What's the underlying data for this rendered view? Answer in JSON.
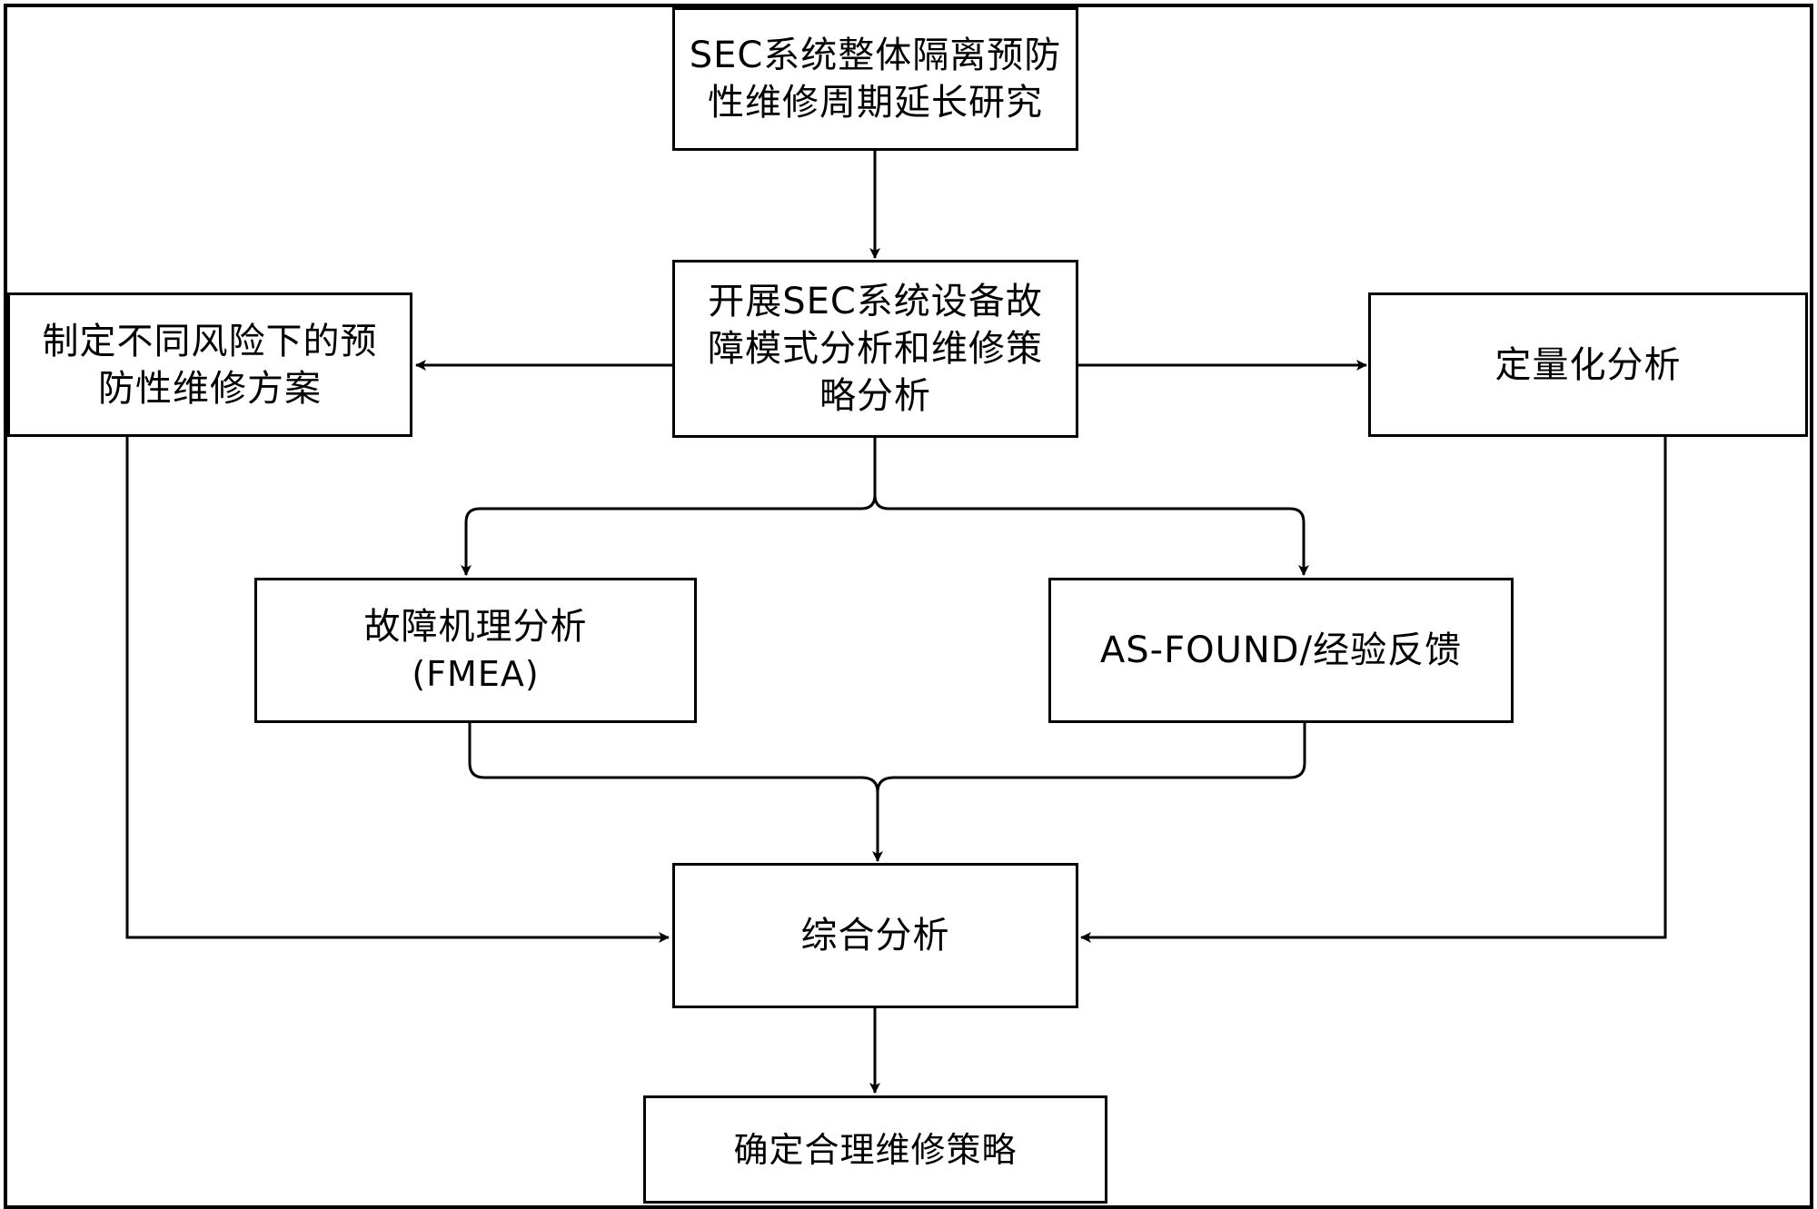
{
  "diagram": {
    "nodes": {
      "top": {
        "label": "SEC系统整体隔离预防\n性维修周期延长研究"
      },
      "center": {
        "label": "开展SEC系统设备故\n障模式分析和维修策\n略分析"
      },
      "left": {
        "label": "制定不同风险下的预\n防性维修方案"
      },
      "right": {
        "label": "定量化分析"
      },
      "fmea": {
        "label": "故障机理分析",
        "sublabel": "(FMEA)"
      },
      "asfound": {
        "label": "AS-FOUND/经验反馈"
      },
      "synthesis": {
        "label": "综合分析"
      },
      "result": {
        "label": "确定合理维修策略"
      }
    },
    "edges": [
      {
        "from": "top",
        "to": "center"
      },
      {
        "from": "center",
        "to": "left"
      },
      {
        "from": "center",
        "to": "right"
      },
      {
        "from": "center",
        "to": "fmea"
      },
      {
        "from": "center",
        "to": "asfound"
      },
      {
        "from": "fmea",
        "to": "synthesis"
      },
      {
        "from": "asfound",
        "to": "synthesis"
      },
      {
        "from": "left",
        "to": "synthesis"
      },
      {
        "from": "right",
        "to": "synthesis"
      },
      {
        "from": "synthesis",
        "to": "result"
      }
    ]
  }
}
